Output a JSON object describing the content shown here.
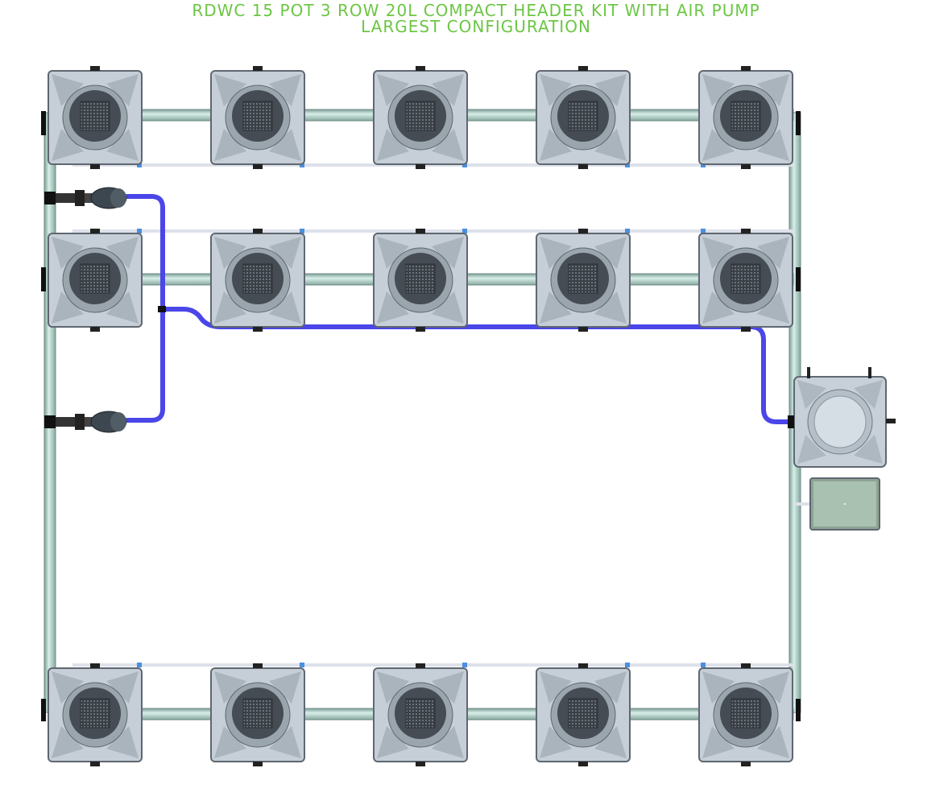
{
  "title": {
    "line1": "RDWC 15 POT 3 ROW 20L COMPACT HEADER KIT WITH AIR PUMP",
    "line2": "LARGEST CONFIGURATION"
  },
  "colors": {
    "title": "#6cc644",
    "pot_body": "#c9d2da",
    "pot_edge": "#5f6770",
    "lid": "#3e454b",
    "pipe": "#a9cfc6",
    "air_line": "#dfe3ea",
    "water_hose": "#4a46e8",
    "pump": "#9fb8a8"
  },
  "components": {
    "pot_rows": [
      "top-row",
      "middle-row",
      "bottom-row"
    ],
    "pots_per_row": 5,
    "controller_bucket": "brain-bucket",
    "air_pump": "air-pump",
    "pumps": [
      "inline-pump-1",
      "inline-pump-2"
    ]
  }
}
